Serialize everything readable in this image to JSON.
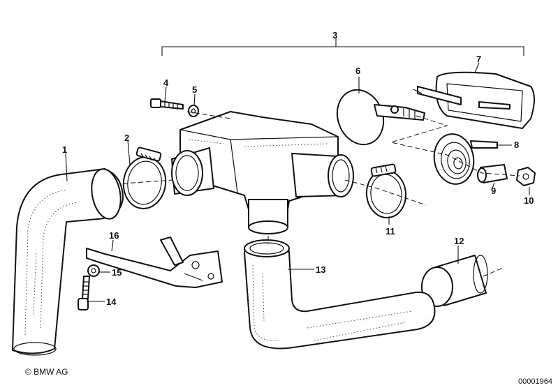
{
  "callouts": {
    "n1": "1",
    "n2": "2",
    "n3": "3",
    "n4": "4",
    "n5": "5",
    "n6": "6",
    "n7": "7",
    "n8": "8",
    "n9": "9",
    "n10": "10",
    "n11": "11",
    "n12": "12",
    "n13": "13",
    "n14": "14",
    "n15": "15",
    "n16": "16"
  },
  "footer": {
    "copyright": "© BMW AG",
    "diagram_id": "00001964"
  }
}
